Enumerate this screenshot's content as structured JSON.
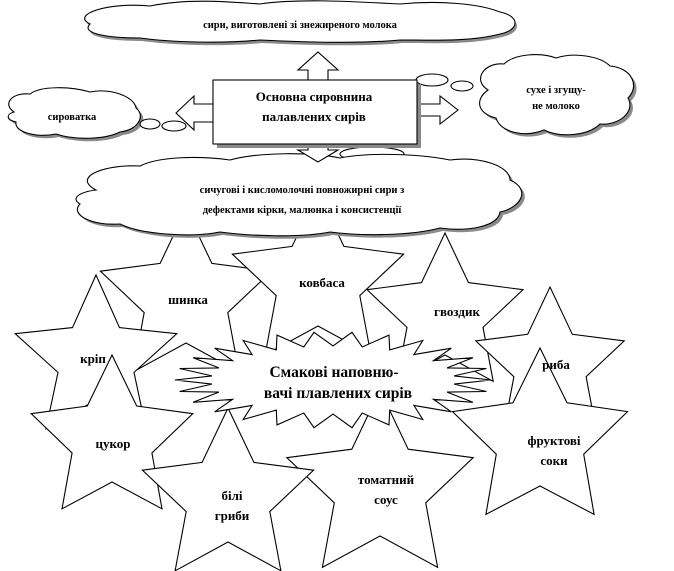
{
  "center_top": {
    "line1": "Основна сировнина",
    "line2": "палавлених сирів"
  },
  "clouds": {
    "top": "сири, виготовлені зі знежиреного молока",
    "left": "сироватка",
    "right_line1": "сухе і згущу-",
    "right_line2": "не молоко",
    "bottom_line1": "сичугові і кисломолочні повножирні сири з",
    "bottom_line2": "дефектами кірки, малюнка і консистенції"
  },
  "center_bottom": {
    "line1": "Смакові наповню-",
    "line2": "вачі плавлених сирів"
  },
  "stars": {
    "shynka": "шинка",
    "kovbasa": "ковбаса",
    "gvozdyk": "гвоздик",
    "krip": "кріп",
    "ryba": "риба",
    "tsukor": "цукор",
    "bili_line1": "білі",
    "bili_line2": "гриби",
    "tomat_line1": "томатний",
    "tomat_line2": "соус",
    "frukt_line1": "фруктові",
    "frukt_line2": "соки"
  }
}
